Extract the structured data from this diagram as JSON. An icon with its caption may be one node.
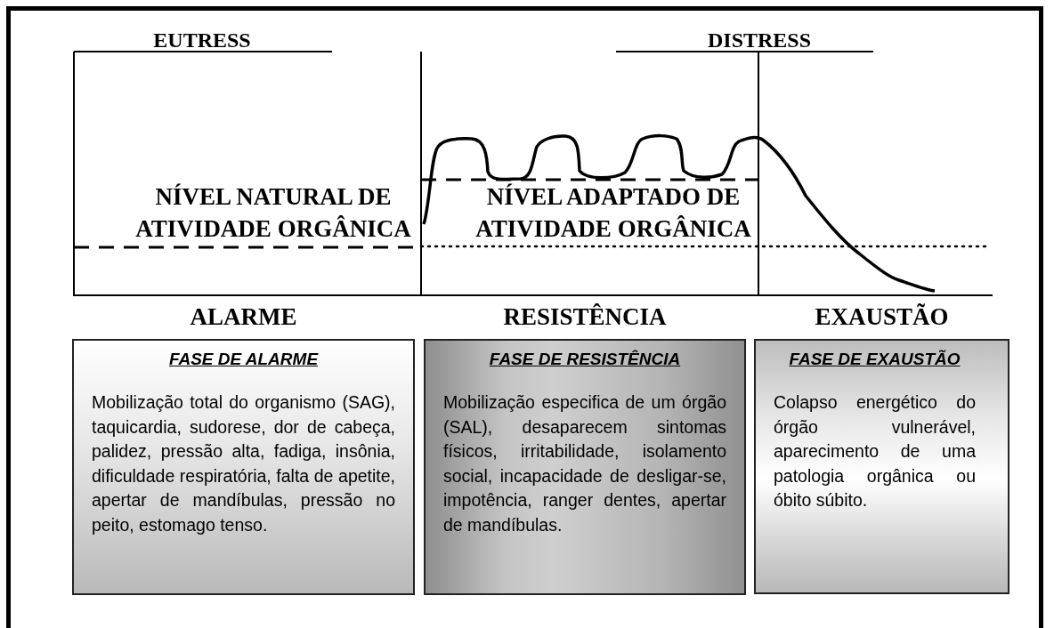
{
  "diagram": {
    "nodes": [
      {
        "text": [
          "FASE DE ALARME",
          "Mobilização total do organismo (SAG), taquicardia, sudorese, dor de cabeça, palidez, pressão alta, fadiga, insônia, dificuldade respiratória, falta de apetite, apertar de mandíbulas, pressão no peito, estomago tenso."
        ],
        "beside": [
          "ALARME"
        ]
      },
      {
        "text": [
          "FASE DE RESISTÊNCIA",
          "Mobilização especifica de um órgão (SAL), desaparecem sintomas físicos, irritabilidade, isolamento social, incapacidade de desligar-se, impotência, ranger dentes, apertar de mandíbulas."
        ],
        "beside": [
          "RESISTÊNCIA"
        ]
      },
      {
        "text": [
          "FASE DE EXAUSTÃO",
          "Colapso energético do órgão vulnerável, aparecimento de uma patologia orgânica ou óbito súbito."
        ],
        "beside": [
          "EXAUSTÃO"
        ]
      }
    ],
    "edges": [],
    "labels": [
      "EUTRESS",
      "DISTRESS",
      "NÍVEL NATURAL DE ATIVIDADE ORGÂNICA",
      "NÍVEL ADAPTADO DE ATIVIDADE ORGÂNICA"
    ]
  }
}
